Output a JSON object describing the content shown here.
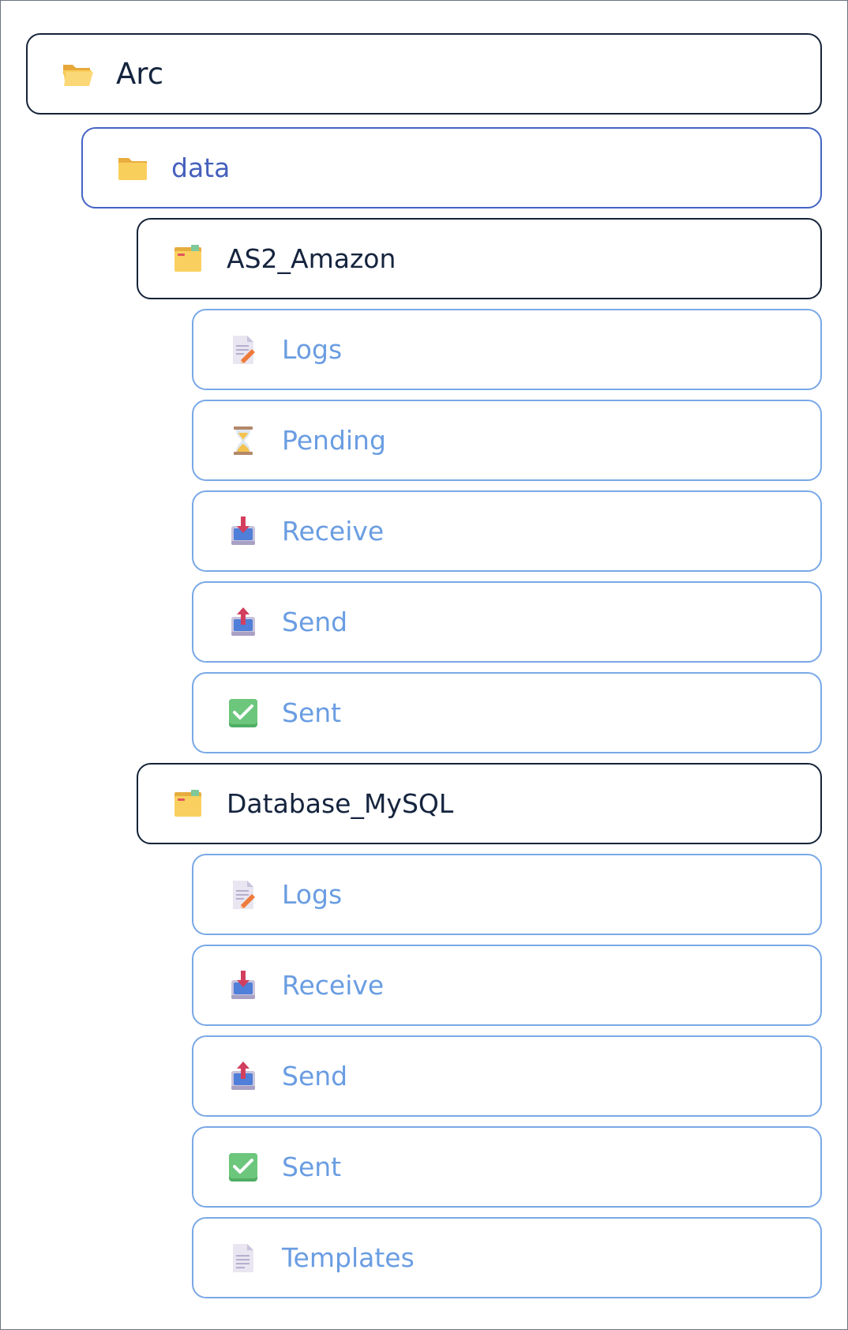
{
  "tree": {
    "root": {
      "label": "Arc",
      "icon": "open-folder-icon"
    },
    "data": {
      "label": "data",
      "icon": "folder-icon"
    },
    "as2_amazon": {
      "label": "AS2_Amazon",
      "icon": "file-folder-icon",
      "children": [
        {
          "label": "Logs",
          "icon": "log-document-icon"
        },
        {
          "label": "Pending",
          "icon": "hourglass-icon"
        },
        {
          "label": "Receive",
          "icon": "inbox-receive-icon"
        },
        {
          "label": "Send",
          "icon": "outbox-send-icon"
        },
        {
          "label": "Sent",
          "icon": "check-mark-icon"
        }
      ]
    },
    "database_mysql": {
      "label": "Database_MySQL",
      "icon": "file-folder-icon",
      "children": [
        {
          "label": "Logs",
          "icon": "log-document-icon"
        },
        {
          "label": "Receive",
          "icon": "inbox-receive-icon"
        },
        {
          "label": "Send",
          "icon": "outbox-send-icon"
        },
        {
          "label": "Sent",
          "icon": "check-mark-icon"
        },
        {
          "label": "Templates",
          "icon": "document-icon"
        }
      ]
    }
  },
  "colors": {
    "root_border": "#132338",
    "data_border": "#4464c4",
    "leaf_border": "#79a8e6",
    "leaf_text": "#6a9de2",
    "folder_yellow": "#f7c948"
  }
}
